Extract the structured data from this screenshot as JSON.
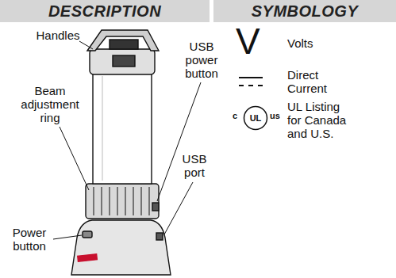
{
  "diagram": {
    "nodes": [
      {
        "text": [
          "DESCRIPTION"
        ]
      },
      {
        "text": [
          "SYMBOLOGY"
        ]
      },
      {
        "text": [
          "UL"
        ]
      }
    ],
    "labels": [
      "Handles",
      "USB power button",
      "Beam adjustment ring",
      "USB port",
      "Power button",
      "V",
      "Volts",
      "Direct Current",
      "c",
      "us",
      "UL Listing for Canada and U.S."
    ]
  }
}
